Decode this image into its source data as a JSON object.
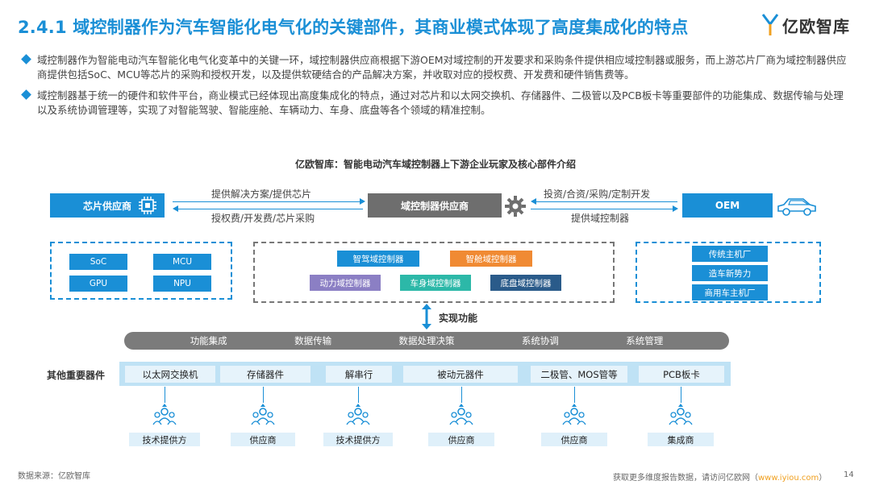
{
  "header": {
    "title": "2.4.1 域控制器作为汽车智能化电气化的关键部件，其商业模式体现了高度集成化的特点",
    "logo_text": "亿欧智库"
  },
  "bullets": [
    "域控制器作为智能电动汽车智能化电气化变革中的关键一环，域控制器供应商根据下游OEM对域控制的开发要求和采购条件提供相应域控制器或服务，而上游芯片厂商为域控制器供应商提供包括SoC、MCU等芯片的采购和授权开发，以及提供软硬结合的产品解决方案，并收取对应的授权费、开发费和硬件销售费等。",
    "域控制器基于统一的硬件和软件平台，商业模式已经体现出高度集成化的特点，通过对芯片和以太网交换机、存储器件、二极管以及PCB板卡等重要部件的功能集成、数据传输与处理以及系统协调管理等，实现了对智能驾驶、智能座舱、车辆动力、车身、底盘等各个领域的精准控制。"
  ],
  "diagram": {
    "title": "亿欧智库：智能电动汽车域控制器上下游企业玩家及核心部件介绍",
    "chip_supplier": "芯片供应商",
    "domain_supplier": "域控制器供应商",
    "oem": "OEM",
    "arrow_chip_to_domain": "提供解决方案/提供芯片",
    "arrow_domain_to_chip": "授权费/开发费/芯片采购",
    "arrow_oem_to_domain": "投资/合资/采购/定制开发",
    "arrow_domain_to_oem": "提供域控制器",
    "chips": [
      "SoC",
      "MCU",
      "GPU",
      "NPU"
    ],
    "controllers": {
      "adas": "智驾域控制器",
      "cockpit": "智舱域控制器",
      "power": "动力域控制器",
      "body": "车身域控制器",
      "chassis": "底盘域控制器"
    },
    "oem_types": [
      "传统主机厂",
      "造车新势力",
      "商用车主机厂"
    ],
    "realize_label": "实现功能",
    "functions": [
      "功能集成",
      "数据传输",
      "数据处理决策",
      "系统协调",
      "系统管理"
    ],
    "components_label": "其他重要器件",
    "components": [
      "以太网交换机",
      "存储器件",
      "解串行",
      "被动元器件",
      "二极管、MOS管等",
      "PCB板卡"
    ],
    "suppliers": [
      "技术提供方",
      "供应商",
      "技术提供方",
      "供应商",
      "供应商",
      "集成商"
    ]
  },
  "footer": {
    "source": "数据来源：亿欧智库",
    "more_text": "获取更多维度报告数据，请访问亿欧网（",
    "link": "www.iyiou.com",
    "more_end": "）",
    "page": "14"
  },
  "colors": {
    "accent": "#1a8fd6",
    "gray": "#6e6e6e",
    "orange": "#f08a33"
  }
}
